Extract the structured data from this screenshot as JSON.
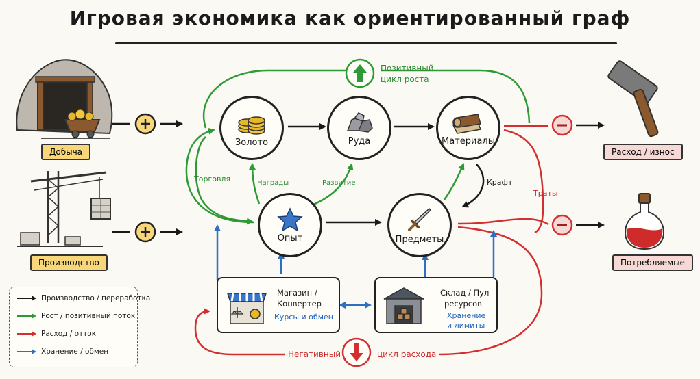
{
  "title": "Игровая экономика как ориентированный граф",
  "sources": [
    {
      "label": "Добыча",
      "icon": "mine-icon"
    },
    {
      "label": "Производство",
      "icon": "crane-icon"
    }
  ],
  "sinks": [
    {
      "label": "Расход / износ",
      "icon": "hammer-icon"
    },
    {
      "label": "Потребляемые",
      "icon": "potion-icon"
    }
  ],
  "nodes": {
    "gold": {
      "label": "Золото",
      "icon": "gold-coins-icon"
    },
    "ore": {
      "label": "Руда",
      "icon": "ore-icon"
    },
    "materials": {
      "label": "Материалы",
      "icon": "logs-icon"
    },
    "xp": {
      "label": "Опыт",
      "icon": "star-icon"
    },
    "items": {
      "label": "Предметы",
      "icon": "sword-icon"
    }
  },
  "boxes": {
    "shop": {
      "title_1": "Магазин /",
      "title_2": "Конвертер",
      "subtitle": "Курсы и обмен",
      "icon": "shop-icon"
    },
    "storage": {
      "title_1": "Склад / Пул",
      "title_2": "ресурсов",
      "subtitle_1": "Хранение",
      "subtitle_2": "и лимиты",
      "icon": "warehouse-icon"
    }
  },
  "edge_labels": {
    "positive_cycle_1": "Позитивный",
    "positive_cycle_2": "цикл роста",
    "trade": "Торговля",
    "rewards": "Награды",
    "development": "Развитие",
    "craft": "Крафт",
    "spending": "Траты",
    "negative_cycle_left": "Негативный",
    "negative_cycle_right": "цикл расхода"
  },
  "legend": [
    {
      "label": "Производство / переработка",
      "color": "#1a1a1a"
    },
    {
      "label": "Рост / позитивный поток",
      "color": "#2e9a35"
    },
    {
      "label": "Расход / отток",
      "color": "#d23030"
    },
    {
      "label": "Хранение / обмен",
      "color": "#2f6fc0"
    }
  ],
  "colors": {
    "production": "#1a1a1a",
    "growth": "#2e9a35",
    "spending": "#d23030",
    "storage": "#2f6fc0",
    "plus_badge": "#f7d77a",
    "minus_badge": "#f6d9d4"
  }
}
